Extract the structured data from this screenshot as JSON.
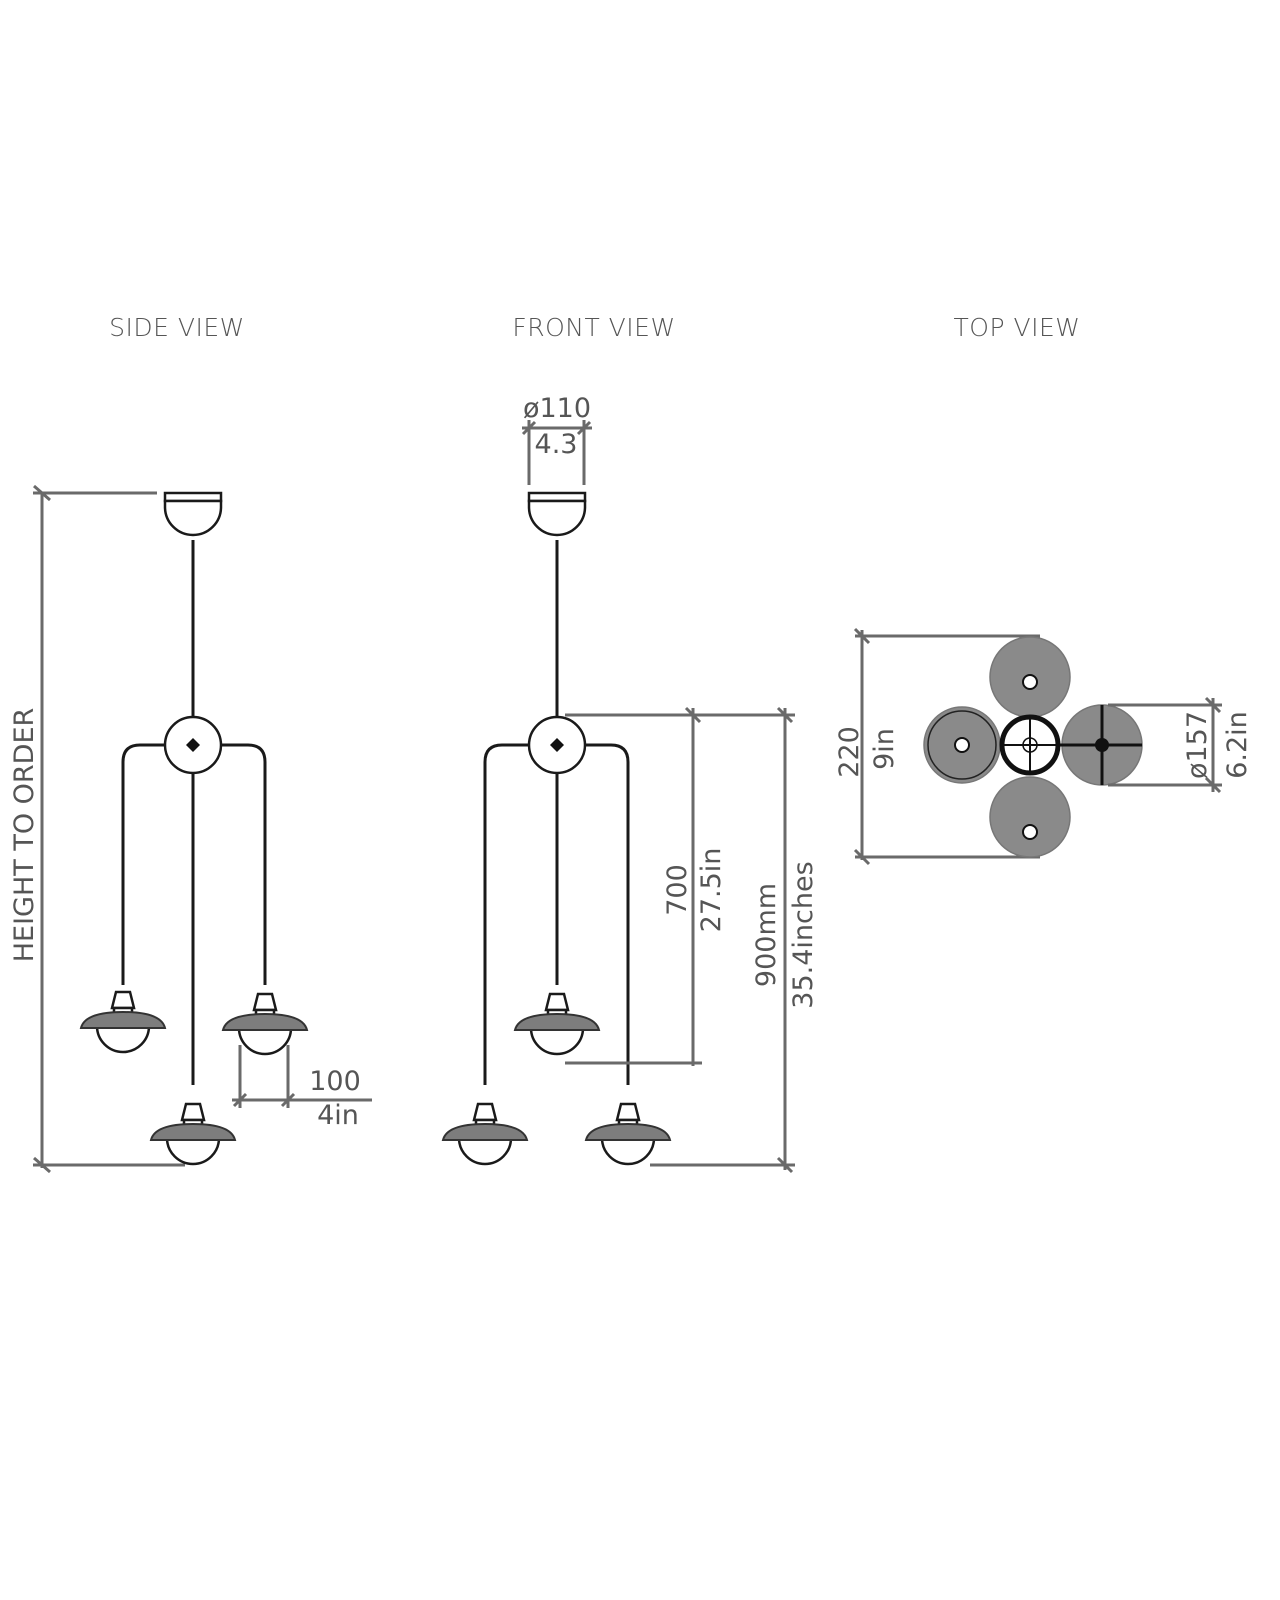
{
  "views": {
    "side": {
      "title": "SIDE VIEW",
      "height_label": "HEIGHT TO ORDER",
      "shade_offset_mm": "100",
      "shade_offset_in": "4in"
    },
    "front": {
      "title": "FRONT VIEW",
      "canopy_dia_mm": "ø110",
      "canopy_dia_in": "4.3",
      "drop_mm": "700",
      "drop_in": "27.5in",
      "total_mm": "900mm",
      "total_in": "35.4inches"
    },
    "top": {
      "title": "TOP VIEW",
      "width_mm": "220",
      "width_in": "9in",
      "shade_dia_mm": "ø157",
      "shade_dia_in": "6.2in"
    }
  },
  "colors": {
    "dimension": "#6a6a6a",
    "line": "#1a1a1a",
    "shade": "#7d7d7d"
  }
}
